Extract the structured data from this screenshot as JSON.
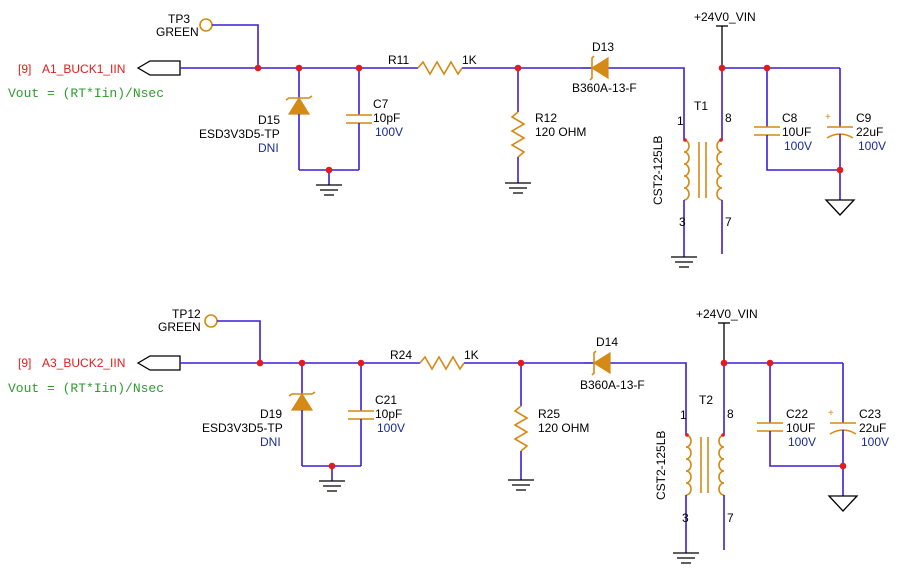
{
  "colors": {
    "wire": "#3b1fd6",
    "component": "#d48a14",
    "junction": "#e31b1b",
    "net_label": "#e31b1b",
    "formula": "#2e9b2e",
    "value_blue": "#1a2a9a"
  },
  "circuits": [
    {
      "net": {
        "ref": "[9]",
        "name": "A1_BUCK1_IIN"
      },
      "formula": "Vout = (RT*Iin)/Nsec",
      "tp": {
        "ref": "TP3",
        "value": "GREEN"
      },
      "tvs": {
        "ref": "D15",
        "part": "ESD3V3D5-TP",
        "note": "DNI"
      },
      "cap1": {
        "ref": "C7",
        "value": "10pF",
        "voltage": "100V"
      },
      "res_series": {
        "ref": "R11",
        "value": "1K"
      },
      "res_shunt": {
        "ref": "R12",
        "value": "120 OHM"
      },
      "diode": {
        "ref": "D13",
        "part": "B360A-13-F"
      },
      "xfmr": {
        "ref": "T1",
        "part": "CST2-125LB",
        "p1": "1",
        "p3": "3",
        "p7": "7",
        "p8": "8"
      },
      "rail": "+24V0_VIN",
      "cap2": {
        "ref": "C8",
        "value": "10UF",
        "voltage": "100V"
      },
      "cap3": {
        "ref": "C9",
        "value": "22uF",
        "voltage": "100V",
        "polarity": "+"
      }
    },
    {
      "net": {
        "ref": "[9]",
        "name": "A3_BUCK2_IIN"
      },
      "formula": "Vout = (RT*Iin)/Nsec",
      "tp": {
        "ref": "TP12",
        "value": "GREEN"
      },
      "tvs": {
        "ref": "D19",
        "part": "ESD3V3D5-TP",
        "note": "DNI"
      },
      "cap1": {
        "ref": "C21",
        "value": "10pF",
        "voltage": "100V"
      },
      "res_series": {
        "ref": "R24",
        "value": "1K"
      },
      "res_shunt": {
        "ref": "R25",
        "value": "120 OHM"
      },
      "diode": {
        "ref": "D14",
        "part": "B360A-13-F"
      },
      "xfmr": {
        "ref": "T2",
        "part": "CST2-125LB",
        "p1": "1",
        "p3": "3",
        "p7": "7",
        "p8": "8"
      },
      "rail": "+24V0_VIN",
      "cap2": {
        "ref": "C22",
        "value": "10UF",
        "voltage": "100V"
      },
      "cap3": {
        "ref": "C23",
        "value": "22uF",
        "voltage": "100V",
        "polarity": "+"
      }
    }
  ]
}
